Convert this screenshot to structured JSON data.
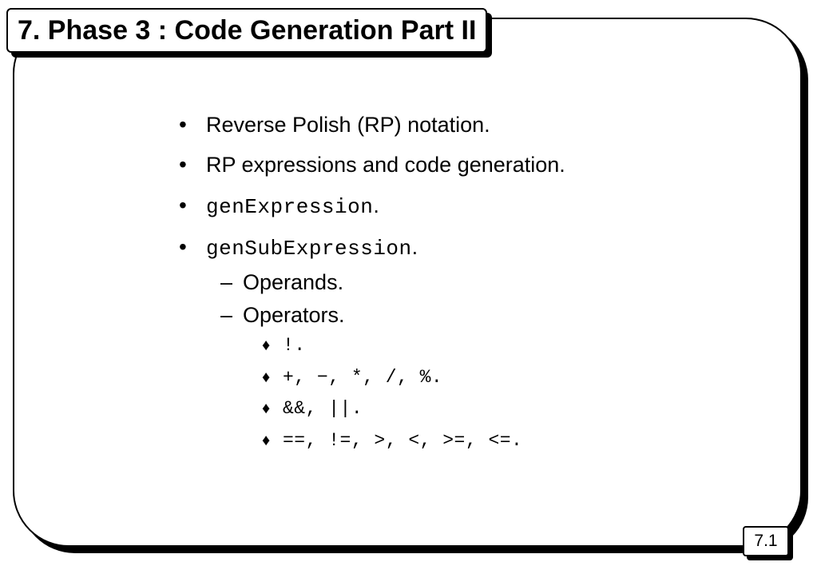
{
  "slide": {
    "title": "7. Phase 3 : Code Generation Part II",
    "page_number": "7.1",
    "bullets": [
      {
        "marker": "•",
        "text": "Reverse Polish (RP) notation."
      },
      {
        "marker": "•",
        "text": "RP expressions and code generation."
      },
      {
        "marker": "•",
        "code": "genExpression",
        "suffix": "."
      },
      {
        "marker": "•",
        "code": "genSubExpression",
        "suffix": "."
      }
    ],
    "sub_items": [
      {
        "marker": "–",
        "text": "Operands."
      },
      {
        "marker": "–",
        "text": "Operators."
      }
    ],
    "operator_items": [
      {
        "marker": "♦",
        "text": "!."
      },
      {
        "marker": "♦",
        "text": "+, −, *, /, %."
      },
      {
        "marker": "♦",
        "text": "&&, ||."
      },
      {
        "marker": "♦",
        "text": "==, !=, >, <, >=, <=."
      }
    ]
  }
}
